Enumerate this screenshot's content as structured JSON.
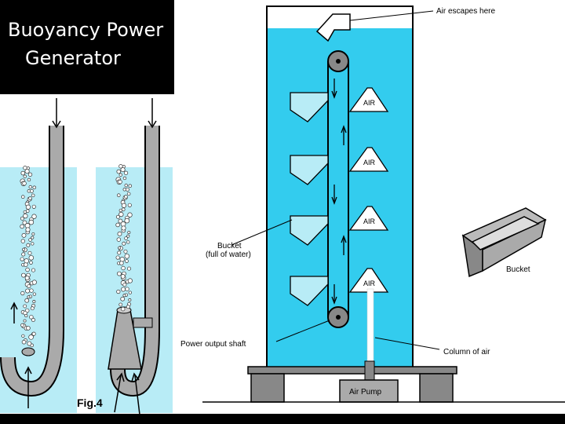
{
  "title": {
    "line1": "Buoyancy Power",
    "line2": "Generator"
  },
  "figure_label": "Fig.4",
  "labels": {
    "air_escapes": "Air escapes here",
    "bucket_left": "Bucket",
    "bucket_left_sub": "(full of water)",
    "bucket_right": "Bucket",
    "power_output": "Power output shaft",
    "column_of_air": "Column of air",
    "air_pump": "Air Pump"
  },
  "air_bucket_label": "AIR",
  "colors": {
    "water": "#33ccee",
    "water_light": "#b8ecf6",
    "steel": "#999999",
    "dark": "#000000"
  }
}
